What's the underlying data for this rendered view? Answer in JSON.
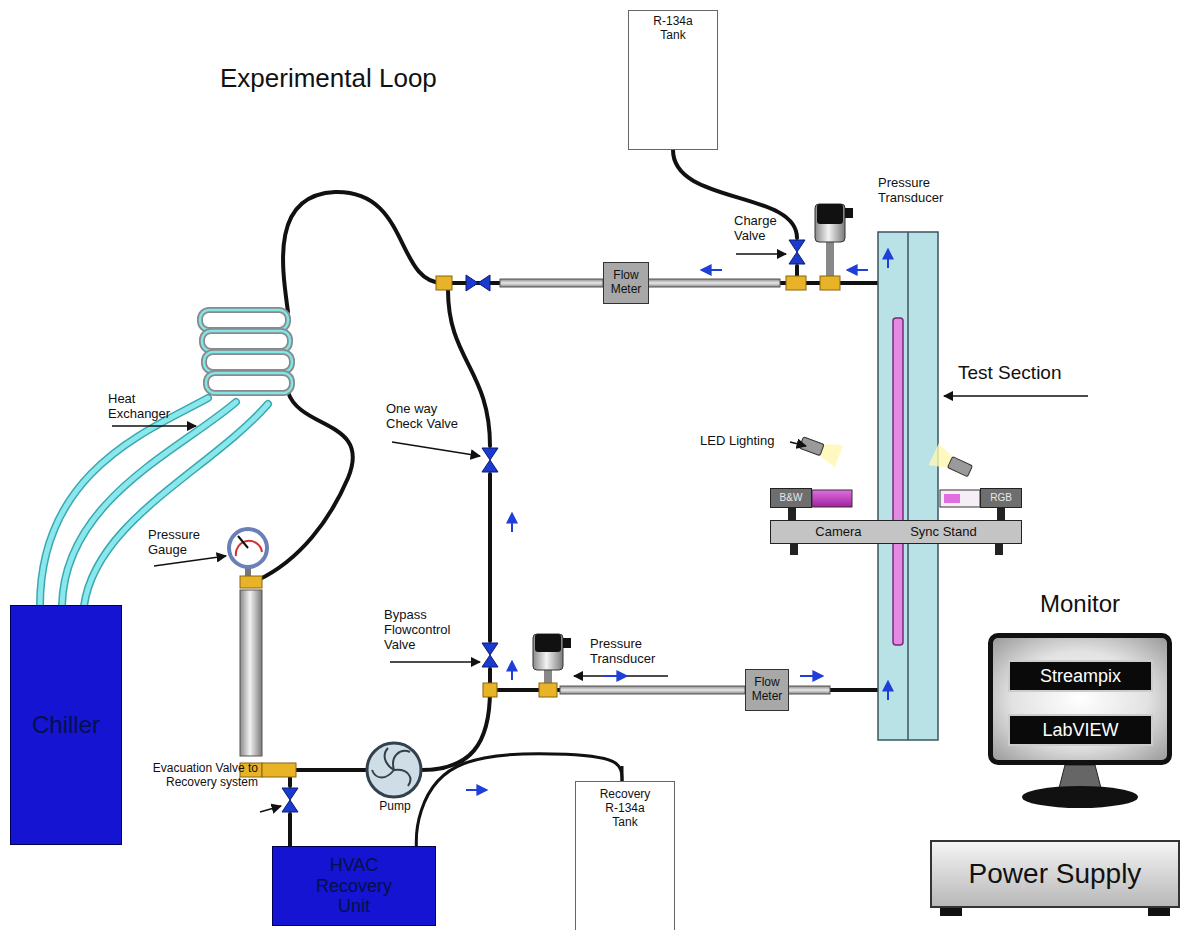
{
  "diagram": {
    "title": "Experimental Loop",
    "nodes": [
      {
        "text": [
          "R-134a Tank"
        ]
      },
      {
        "text": [
          "Flow Meter"
        ]
      },
      {
        "text": [
          "B&W"
        ]
      },
      {
        "text": [
          "RGB"
        ]
      },
      {
        "text": [
          "Camera",
          "Sync Stand"
        ]
      },
      {
        "text": [
          "Monitor"
        ]
      },
      {
        "text": [
          "Streampix"
        ],
        "in": 5
      },
      {
        "text": [
          "LabVIEW"
        ],
        "in": 5
      },
      {
        "text": [
          "Chiller"
        ]
      },
      {
        "text": [
          "Flow Meter"
        ]
      },
      {
        "text": [
          "Recovery R-134a Tank"
        ]
      },
      {
        "text": [
          "HVAC Recovery Unit"
        ]
      },
      {
        "text": [
          "Power Supply"
        ]
      }
    ],
    "edges": [
      {
        "from": 11,
        "to": 10,
        "arrow": "none"
      }
    ],
    "labels": [
      "Pressure Transducer",
      "Charge Valve",
      "Test Section",
      "LED Lighting",
      "Heat Exchanger",
      "One way Check Valve",
      "Pressure Gauge",
      "Bypass Flowcontrol Valve",
      "Pressure Transducer",
      "Evacuation Valve to Recovery system",
      "Pump"
    ]
  }
}
